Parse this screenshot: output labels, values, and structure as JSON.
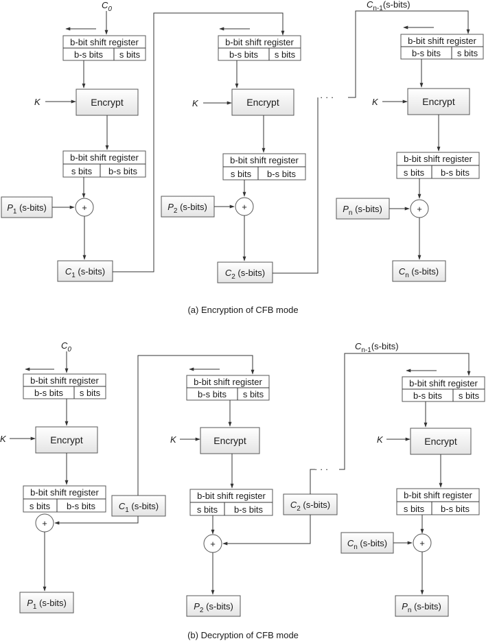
{
  "labels": {
    "shift_register": "b-bit shift register",
    "b_minus_s": "b-s bits",
    "s_bits": "s bits",
    "encrypt": "Encrypt",
    "key": "K",
    "xor_symbol": "+",
    "s_bits_suffix": "(s-bits)",
    "ellipsis": "· · ·"
  },
  "symbols": {
    "c0_base": "C",
    "c0_sub": "0",
    "c1_base": "C",
    "c1_sub": "1",
    "c2_base": "C",
    "c2_sub": "2",
    "cn1_base": "C",
    "cn1_sub": "n-1",
    "cn_base": "C",
    "cn_sub": "n",
    "p1_base": "P",
    "p1_sub": "1",
    "p2_base": "P",
    "p2_sub": "2",
    "pn_base": "P",
    "pn_sub": "n"
  },
  "captions": {
    "encryption": "(a) Encryption of CFB mode",
    "decryption": "(b) Decryption of CFB mode"
  }
}
